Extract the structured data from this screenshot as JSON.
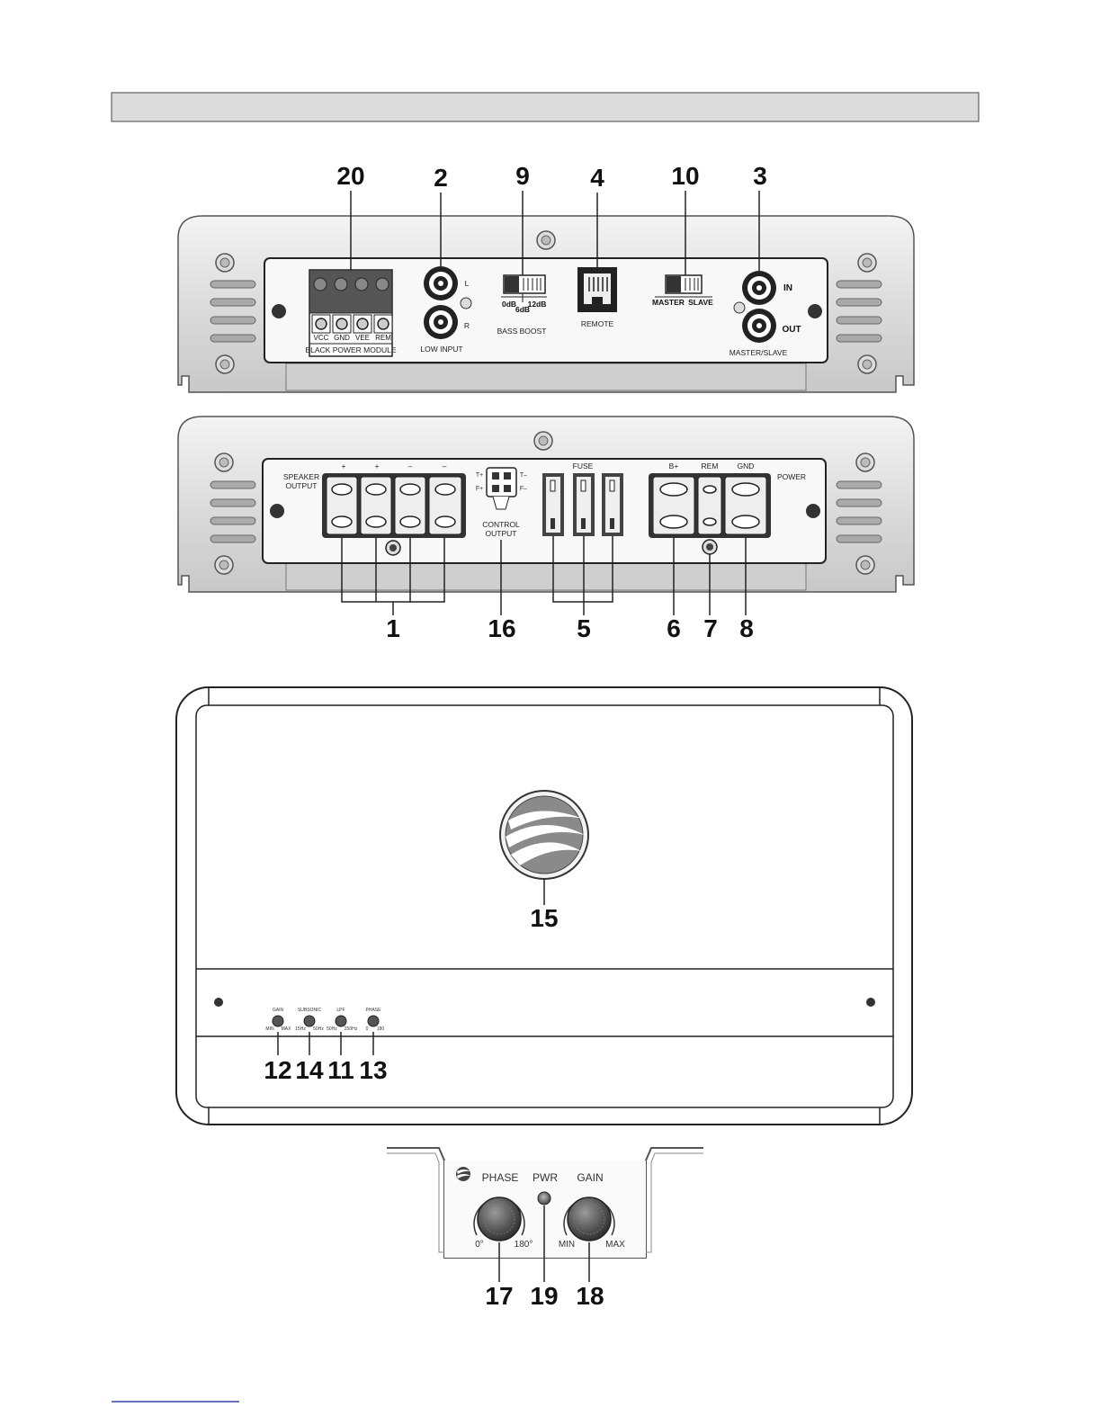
{
  "callouts": {
    "c20": "20",
    "c2": "2",
    "c9": "9",
    "c4": "4",
    "c10": "10",
    "c3": "3",
    "c1": "1",
    "c16": "16",
    "c5": "5",
    "c6": "6",
    "c7": "7",
    "c8": "8",
    "c15": "15",
    "c12": "12",
    "c14": "14",
    "c11": "11",
    "c13": "13",
    "c17": "17",
    "c19": "19",
    "c18": "18"
  },
  "input_panel": {
    "module_terminals": [
      "VCC",
      "GND",
      "VEE",
      "REM"
    ],
    "module_label": "BLACK POWER MODULE",
    "rca_left": "L",
    "rca_right": "R",
    "low_input": "LOW INPUT",
    "bass_boost_options": [
      "0dB",
      "6dB",
      "12dB"
    ],
    "bass_boost": "BASS BOOST",
    "remote": "REMOTE",
    "master": "MASTER",
    "slave": "SLAVE",
    "in": "IN",
    "out": "OUT",
    "master_slave": "MASTER/SLAVE"
  },
  "output_panel": {
    "speaker_output": [
      "SPEAKER",
      "OUTPUT"
    ],
    "speaker_signs": [
      "+",
      "+",
      "–",
      "–"
    ],
    "plug_labels": [
      "T+",
      "T–",
      "F+",
      "F–"
    ],
    "control_output": [
      "CONTROL",
      "OUTPUT"
    ],
    "fuse": "FUSE",
    "b_plus": "B+",
    "rem": "REM",
    "gnd": "GND",
    "power": "POWER"
  },
  "top_view": {
    "controls": [
      {
        "name": "GAIN",
        "min": "MIN",
        "max": "MAX"
      },
      {
        "name": "SUBSONIC",
        "min": "15Hz",
        "max": "50Hz"
      },
      {
        "name": "LPF",
        "min": "50Hz",
        "max": "250Hz"
      },
      {
        "name": "PHASE",
        "min": "0",
        "max": "180"
      }
    ]
  },
  "remote_control": {
    "phase": "PHASE",
    "pwr": "PWR",
    "gain": "GAIN",
    "phase_min": "0°",
    "phase_max": "180°",
    "gain_min": "MIN",
    "gain_max": "MAX"
  }
}
